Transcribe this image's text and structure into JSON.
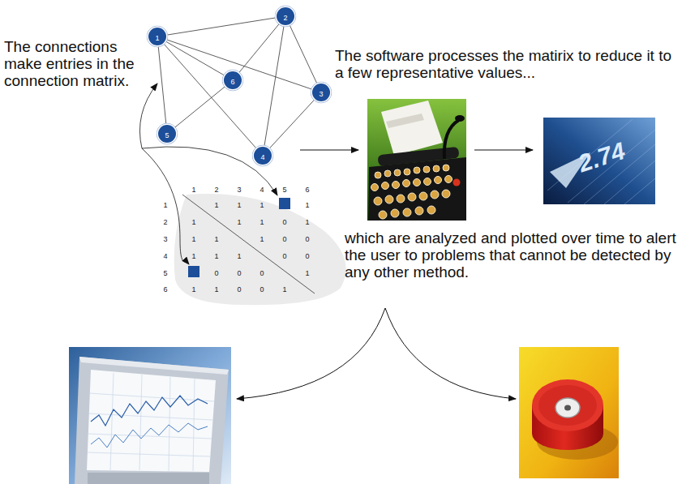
{
  "diagram": {
    "nodes": [
      {
        "text": [
          "1"
        ]
      },
      {
        "text": [
          "2"
        ]
      },
      {
        "text": [
          "3"
        ]
      },
      {
        "text": [
          "4"
        ]
      },
      {
        "text": [
          "5"
        ]
      },
      {
        "text": [
          "6"
        ]
      }
    ],
    "edges": [
      {
        "from": 0,
        "to": 1,
        "arrow": "none"
      },
      {
        "from": 0,
        "to": 2,
        "arrow": "none"
      },
      {
        "from": 0,
        "to": 3,
        "arrow": "none"
      },
      {
        "from": 0,
        "to": 4,
        "arrow": "none"
      },
      {
        "from": 0,
        "to": 5,
        "arrow": "none"
      },
      {
        "from": 1,
        "to": 2,
        "arrow": "none"
      },
      {
        "from": 1,
        "to": 3,
        "arrow": "none"
      },
      {
        "from": 1,
        "to": 5,
        "arrow": "none"
      },
      {
        "from": 2,
        "to": 3,
        "arrow": "none"
      },
      {
        "from": 4,
        "to": 5,
        "arrow": "none"
      }
    ],
    "labels": [
      "The connections make entries in the connection matrix.",
      "The software processes the matirix to reduce it to a few representative values...",
      "2.74",
      "which are analyzed and plotted over time to alert the user to problems that cannot be detected by any other method.",
      "1",
      "2",
      "3",
      "4",
      "5",
      "6",
      "1",
      "1",
      "1",
      "1",
      "1",
      "2",
      "1",
      "1",
      "1",
      "0",
      "1",
      "3",
      "1",
      "1",
      "1",
      "0",
      "0",
      "4",
      "1",
      "1",
      "1",
      "0",
      "0",
      "5",
      "0",
      "0",
      "0",
      "1",
      "6",
      "1",
      "1",
      "0",
      "0",
      "1"
    ]
  }
}
